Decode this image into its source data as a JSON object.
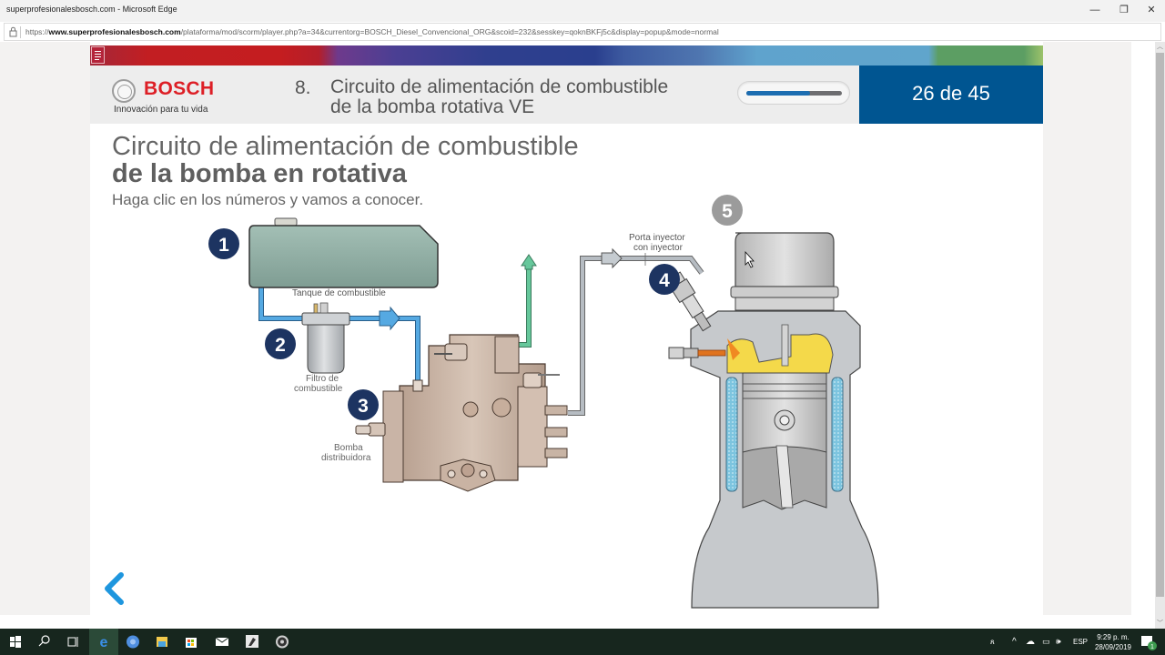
{
  "browser": {
    "window_title": "superprofesionalesbosch.com - Microsoft Edge",
    "url_prefix": "https://",
    "url_domain": "www.superprofesionalesbosch.com",
    "url_path": "/plataforma/mod/scorm/player.php?a=34&currentorg=BOSCH_Diesel_Convencional_ORG&scoid=232&sesskey=qoknBKFj5c&display=popup&mode=normal",
    "controls": {
      "minimize": "—",
      "restore": "❐",
      "close": "✕"
    }
  },
  "header": {
    "brand": "BOSCH",
    "tagline": "Innovación para tu vida",
    "section_number": "8.",
    "section_title_line1": "Circuito de alimentación de combustible",
    "section_title_line2": "de la bomba rotativa VE",
    "progress_percent": 67,
    "page_counter": "26 de 45"
  },
  "slide": {
    "title_line1": "Circuito de alimentación de combustible",
    "title_line2": "de la bomba en rotativa",
    "instruction": "Haga clic en los números y vamos a conocer.",
    "hotspots": [
      {
        "number": "1",
        "label": "Tanque de combustible",
        "color": "#1d3461"
      },
      {
        "number": "2",
        "label_line1": "Filtro de",
        "label_line2": "combustible",
        "color": "#1d3461"
      },
      {
        "number": "3",
        "label_line1": "Bomba",
        "label_line2": "distribuidora",
        "color": "#1d3461"
      },
      {
        "number": "4",
        "label_line1": "Porta inyector",
        "label_line2": "con inyector",
        "color": "#1d3461"
      },
      {
        "number": "5",
        "label": "",
        "color": "#9b9b9b"
      }
    ]
  },
  "colors": {
    "accent_blue": "#005591",
    "bosch_red": "#dd1f26",
    "fuel_line": "#3d8fd1",
    "return_line": "#5cbf8e",
    "high_pressure_line": "#9aa3aa",
    "nav_arrow": "#1e96de"
  },
  "taskbar": {
    "apps": [
      "start",
      "search",
      "task-view",
      "edge",
      "chrome",
      "file-explorer",
      "store",
      "mail",
      "app-dinosaur",
      "obs"
    ],
    "tray": {
      "language": "ESP",
      "time": "9:29 p. m.",
      "date": "28/09/2019",
      "notifications": "1"
    }
  }
}
